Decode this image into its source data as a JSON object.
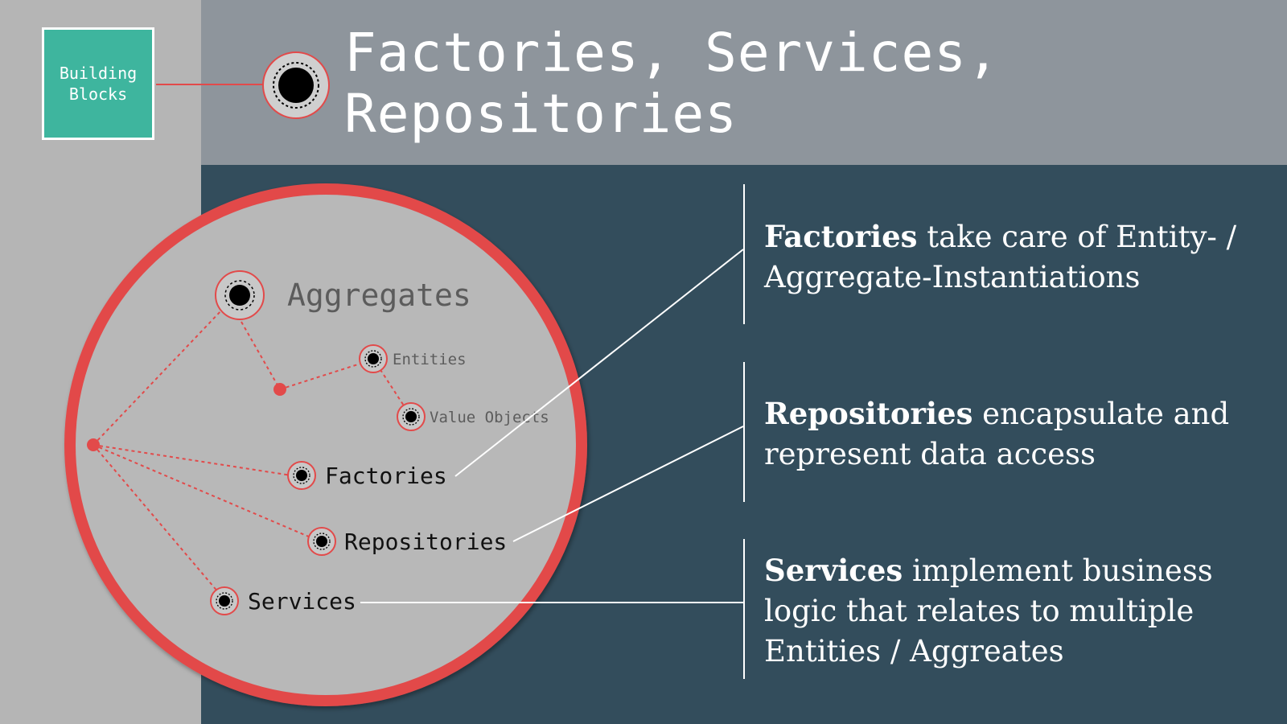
{
  "tag": {
    "label": "Building\nBlocks"
  },
  "title": "Factories, Services,\nRepositories",
  "diagram": {
    "aggregates": "Aggregates",
    "entities": "Entities",
    "value_objects": "Value Objects",
    "factories": "Factories",
    "repositories": "Repositories",
    "services": "Services"
  },
  "descriptions": [
    {
      "term": "Factories",
      "text": " take care of Entity- / Aggregate-Instantiations"
    },
    {
      "term": "Repositories",
      "text": " encapsulate and represent data access"
    },
    {
      "term": "Services",
      "text": " implement business logic that relates to multiple Entities / Aggreates"
    }
  ],
  "colors": {
    "accent": "#e24a4a",
    "header": "#8e959c",
    "panel": "#334d5c",
    "tag": "#3eb59e",
    "background": "#b5b5b5"
  }
}
